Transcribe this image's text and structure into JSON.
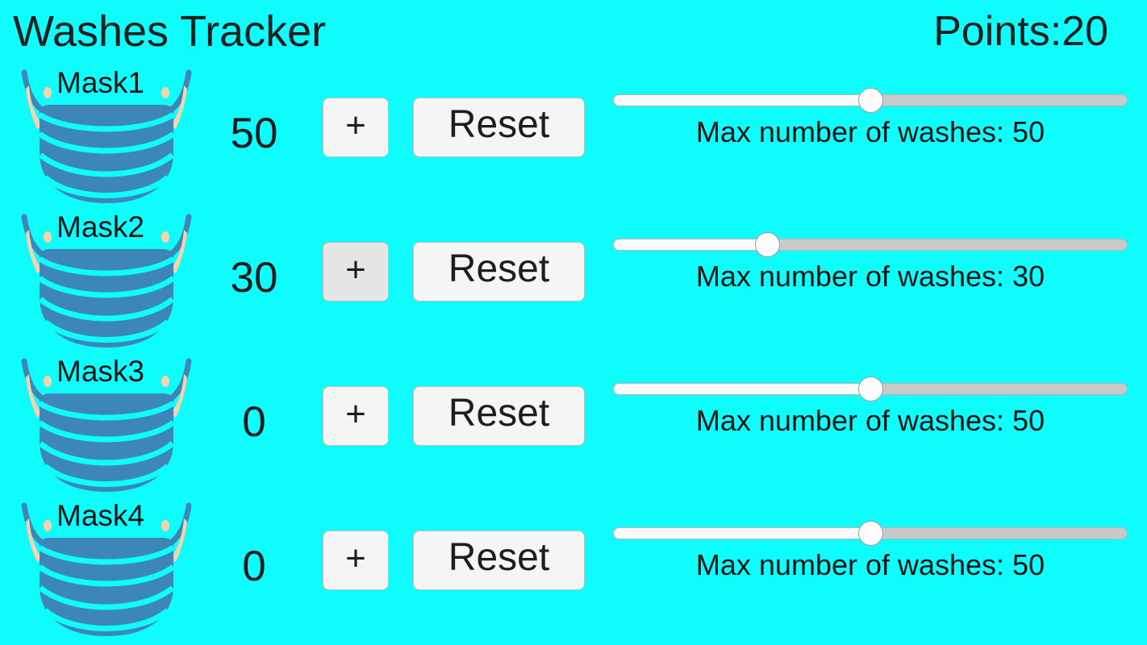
{
  "header": {
    "title": "Washes Tracker",
    "points_label": "Points:20"
  },
  "rows": [
    {
      "mask_label": "Mask1",
      "count": "50",
      "plus_label": "+",
      "reset_label": "Reset",
      "slider_caption": "Max number of washes: 50",
      "slider_value": 50,
      "slider_percent": 50,
      "plus_state": "normal",
      "mask_icon": "face-mask-icon"
    },
    {
      "mask_label": "Mask2",
      "count": "30",
      "plus_label": "+",
      "reset_label": "Reset",
      "slider_caption": "Max number of washes: 30",
      "slider_value": 30,
      "slider_percent": 30,
      "plus_state": "hovered",
      "mask_icon": "face-mask-icon"
    },
    {
      "mask_label": "Mask3",
      "count": "0",
      "plus_label": "+",
      "reset_label": "Reset",
      "slider_caption": "Max number of washes: 50",
      "slider_value": 50,
      "slider_percent": 50,
      "plus_state": "normal",
      "mask_icon": "face-mask-icon"
    },
    {
      "mask_label": "Mask4",
      "count": "0",
      "plus_label": "+",
      "reset_label": "Reset",
      "slider_caption": "Max number of washes: 50",
      "slider_value": 50,
      "slider_percent": 50,
      "plus_state": "normal",
      "mask_icon": "face-mask-icon"
    }
  ],
  "colors": {
    "background": "#0ffcfc",
    "mask_blue": "#3d87b8",
    "mask_strap": "#f9d2ab",
    "text": "#1b1b1b",
    "button_face": "#f5f5f5",
    "button_face_hover": "#e6e6e6",
    "slider_track": "#c9c9c9",
    "slider_fill": "#fafafa"
  }
}
